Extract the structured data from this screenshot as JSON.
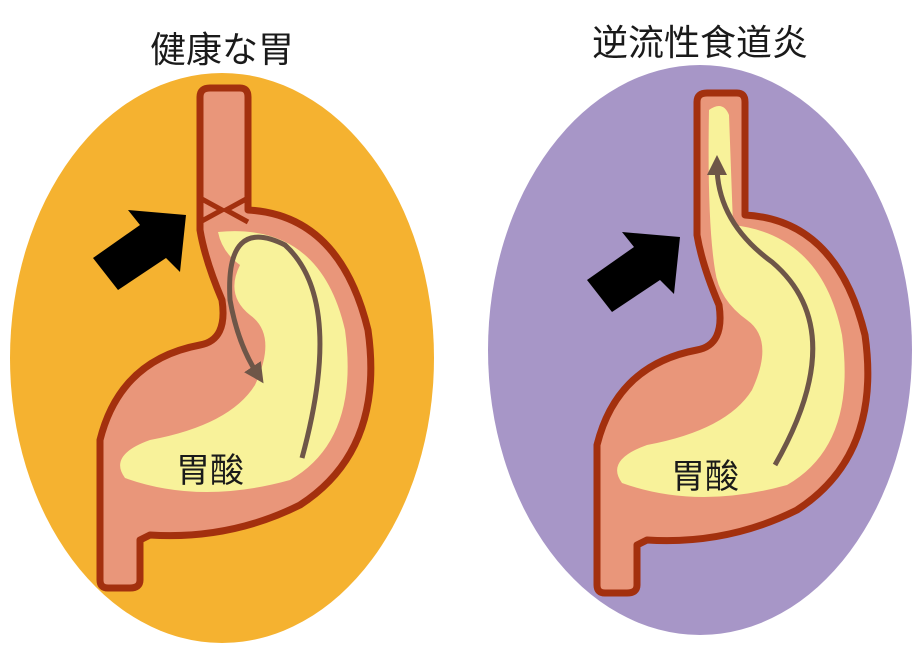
{
  "panels": [
    {
      "title": "健康な胃",
      "label": "胃酸",
      "background": "#F5B230"
    },
    {
      "title": "逆流性食道炎",
      "label": "胃酸",
      "background": "#A796C7"
    }
  ],
  "colors": {
    "stomach": "#E9967A",
    "outline": "#A3300E",
    "acid": "#F8F29A",
    "flow_arrow": "#6E5648",
    "pointer": "#000000"
  }
}
